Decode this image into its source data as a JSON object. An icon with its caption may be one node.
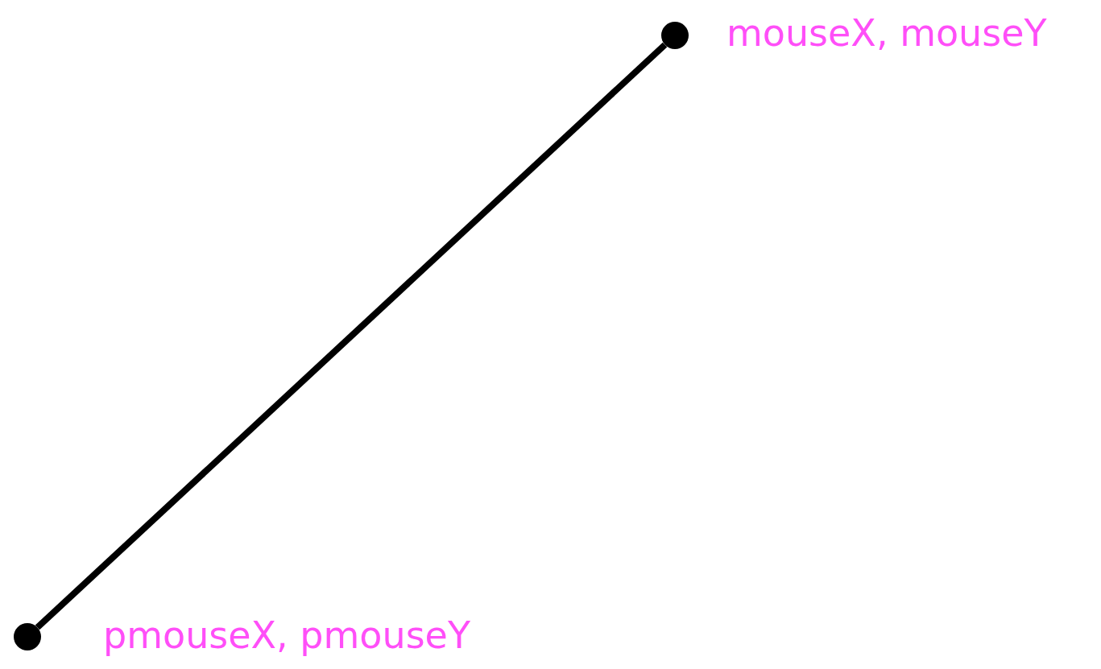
{
  "diagram": {
    "nodes": [
      {
        "text": [],
        "shape": "circle",
        "beside": [
          "pmouseX, pmouseY"
        ]
      },
      {
        "text": [],
        "shape": "circle",
        "beside": [
          "mouseX, mouseY"
        ]
      }
    ],
    "edges": [
      {
        "from": 0,
        "to": 1,
        "arrow": "none"
      }
    ]
  }
}
